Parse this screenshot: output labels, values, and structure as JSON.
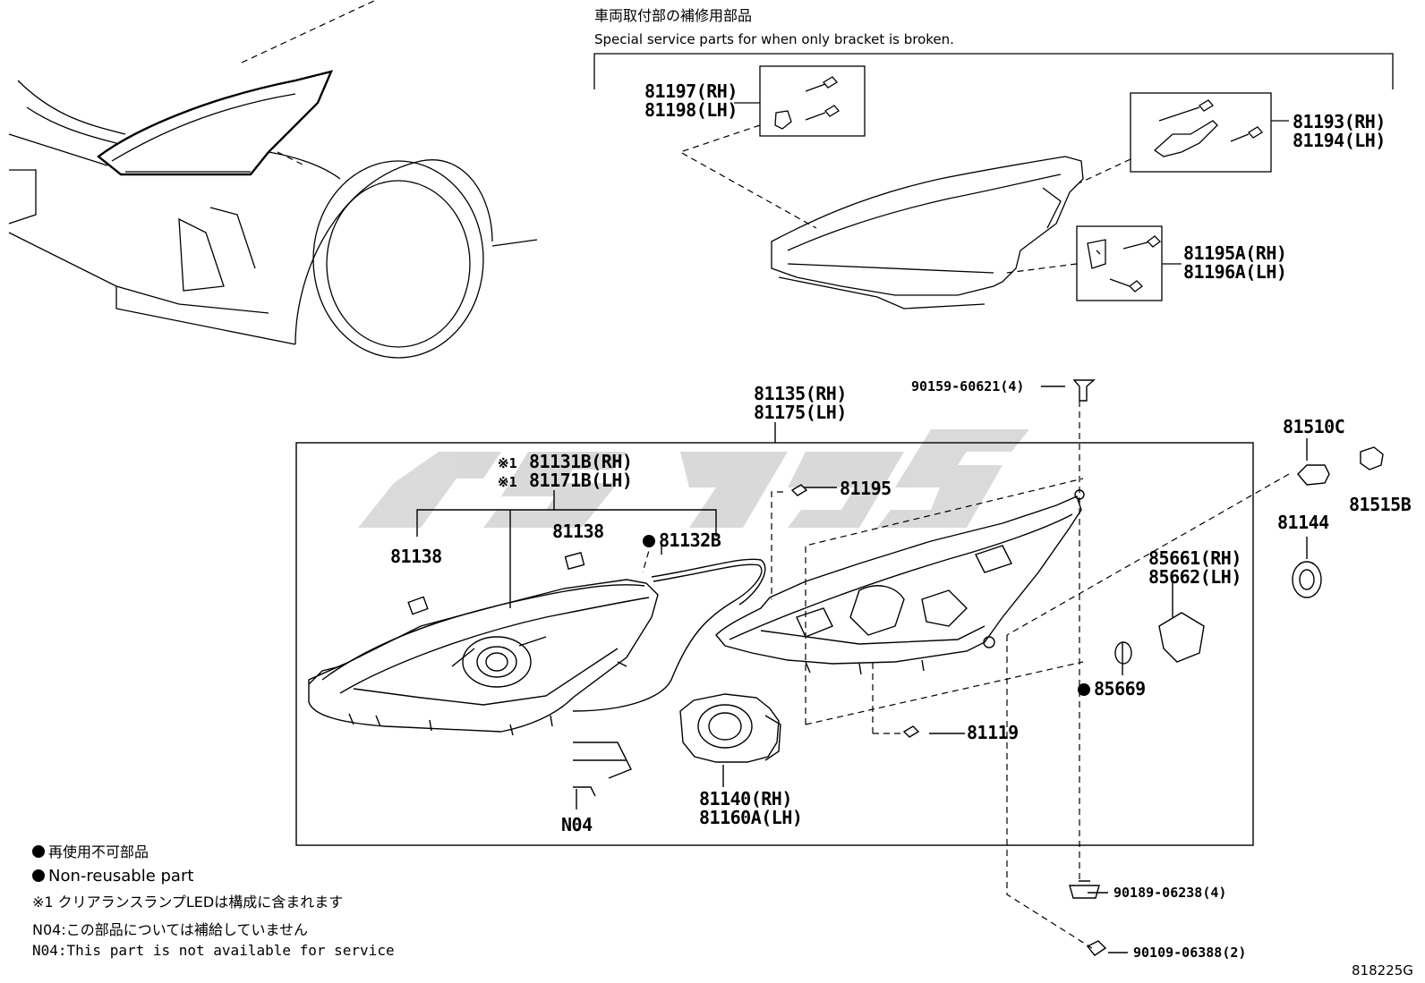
{
  "header": {
    "jp": "車両取付部の補修用部品",
    "en": "Special service parts for when only bracket is broken."
  },
  "labels": {
    "p81197": "81197(RH)",
    "p81198": "81198(LH)",
    "p81193": "81193(RH)",
    "p81194": "81194(LH)",
    "p81195A": "81195A(RH)",
    "p81196A": "81196A(LH)",
    "p81135": "81135(RH)",
    "p81175": "81175(LH)",
    "p90159": "90159-60621(4)",
    "p81510C": "81510C",
    "p81515B": "81515B",
    "p81144": "81144",
    "p81131B": "81131B(RH)",
    "p81171B": "81171B(LH)",
    "mark1": "※1",
    "p81195": "81195",
    "p81138a": "81138",
    "p81138b": "81138",
    "p81132B": "81132B",
    "p85661": "85661(RH)",
    "p85662": "85662(LH)",
    "p85669": "85669",
    "p81119": "81119",
    "p81140": "81140(RH)",
    "p81160A": "81160A(LH)",
    "pN04": "N04",
    "p90189": "90189-06238(4)",
    "p90109": "90109-06388(2)"
  },
  "legend": {
    "l1": "再使用不可部品",
    "l2": "Non-reusable part",
    "l3": "※1 クリアランスランプLEDは構成に含まれます",
    "l4": "N04:この部品については補給していません",
    "l5": "N04:This part is not available for service"
  },
  "figure_id": "818225G",
  "colors": {
    "ink": "#000000",
    "watermark": "#d0d0d0"
  }
}
